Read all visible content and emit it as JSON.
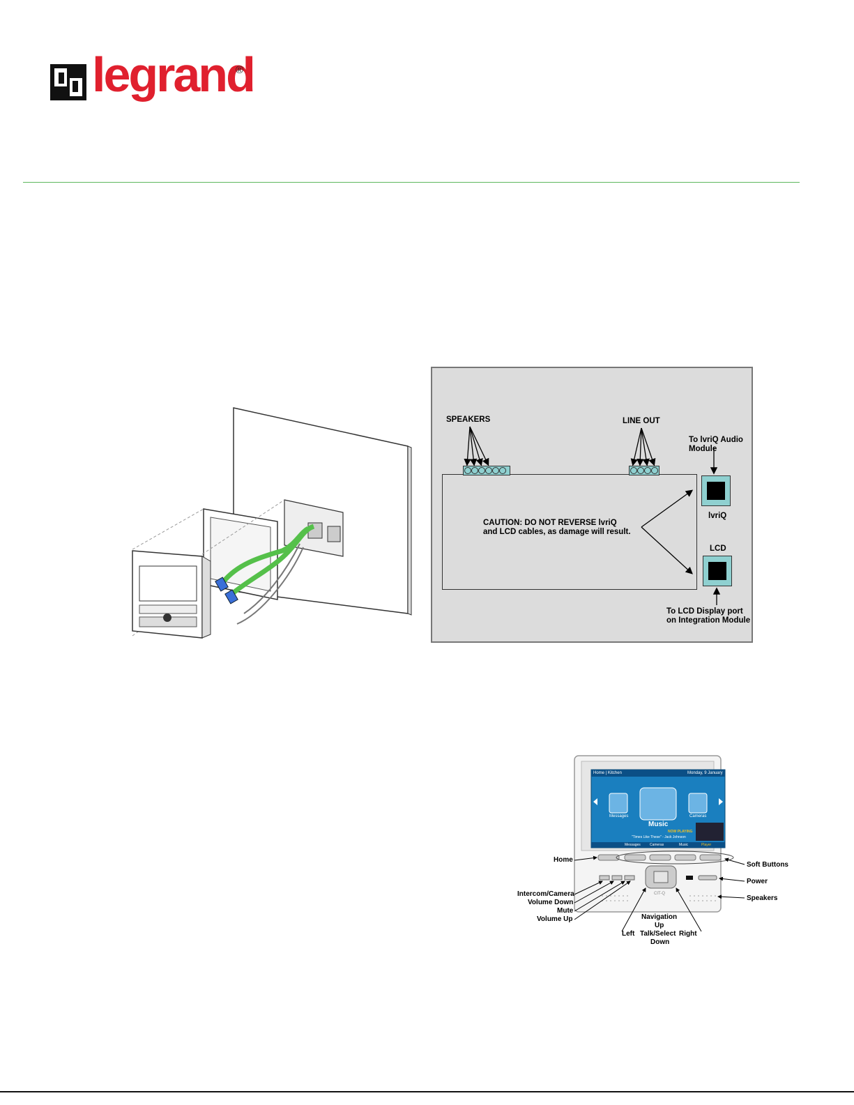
{
  "logo": {
    "wordmark": "legrand",
    "reg_mark": "®",
    "brand_color": "#e0202e"
  },
  "colors": {
    "rule": "#5cb85c",
    "jack": "#8fd0d0",
    "panel_bg": "#dcdcdc",
    "cable": "#55c04a",
    "screen": "#1a7fbf"
  },
  "wiring_diagram": {
    "speakers_label": "SPEAKERS",
    "line_out_label": "LINE OUT",
    "audio_module_label": "To lvriQ Audio\nModule",
    "lvriq_jack_label": "lvriQ",
    "lcd_jack_label": "LCD",
    "lcd_port_label": "To LCD Display port\non Integration Module",
    "caution": "CAUTION: DO NOT REVERSE lvriQ\nand LCD cables, as damage will result."
  },
  "device": {
    "screen": {
      "breadcrumb": "Home | Kitchen",
      "date": "Monday, 9 January",
      "center_label": "Music",
      "left_label": "Messages",
      "right_label": "Cameras",
      "now_playing_header": "NOW PLAYING",
      "now_playing_track": "\"Times Like These\" - Jack Johnson",
      "tabs": [
        "Messages",
        "Cameras",
        "Music",
        "Player"
      ]
    },
    "brand": "CIT-Q",
    "callouts": {
      "home": "Home",
      "soft_buttons": "Soft Buttons",
      "power": "Power",
      "speakers": "Speakers",
      "intercom_camera": "Intercom/Camera",
      "volume_down": "Volume Down",
      "mute": "Mute",
      "volume_up": "Volume Up",
      "navigation": "Navigation",
      "up": "Up",
      "left": "Left",
      "talk_select": "Talk/Select",
      "right": "Right",
      "down": "Down"
    }
  }
}
